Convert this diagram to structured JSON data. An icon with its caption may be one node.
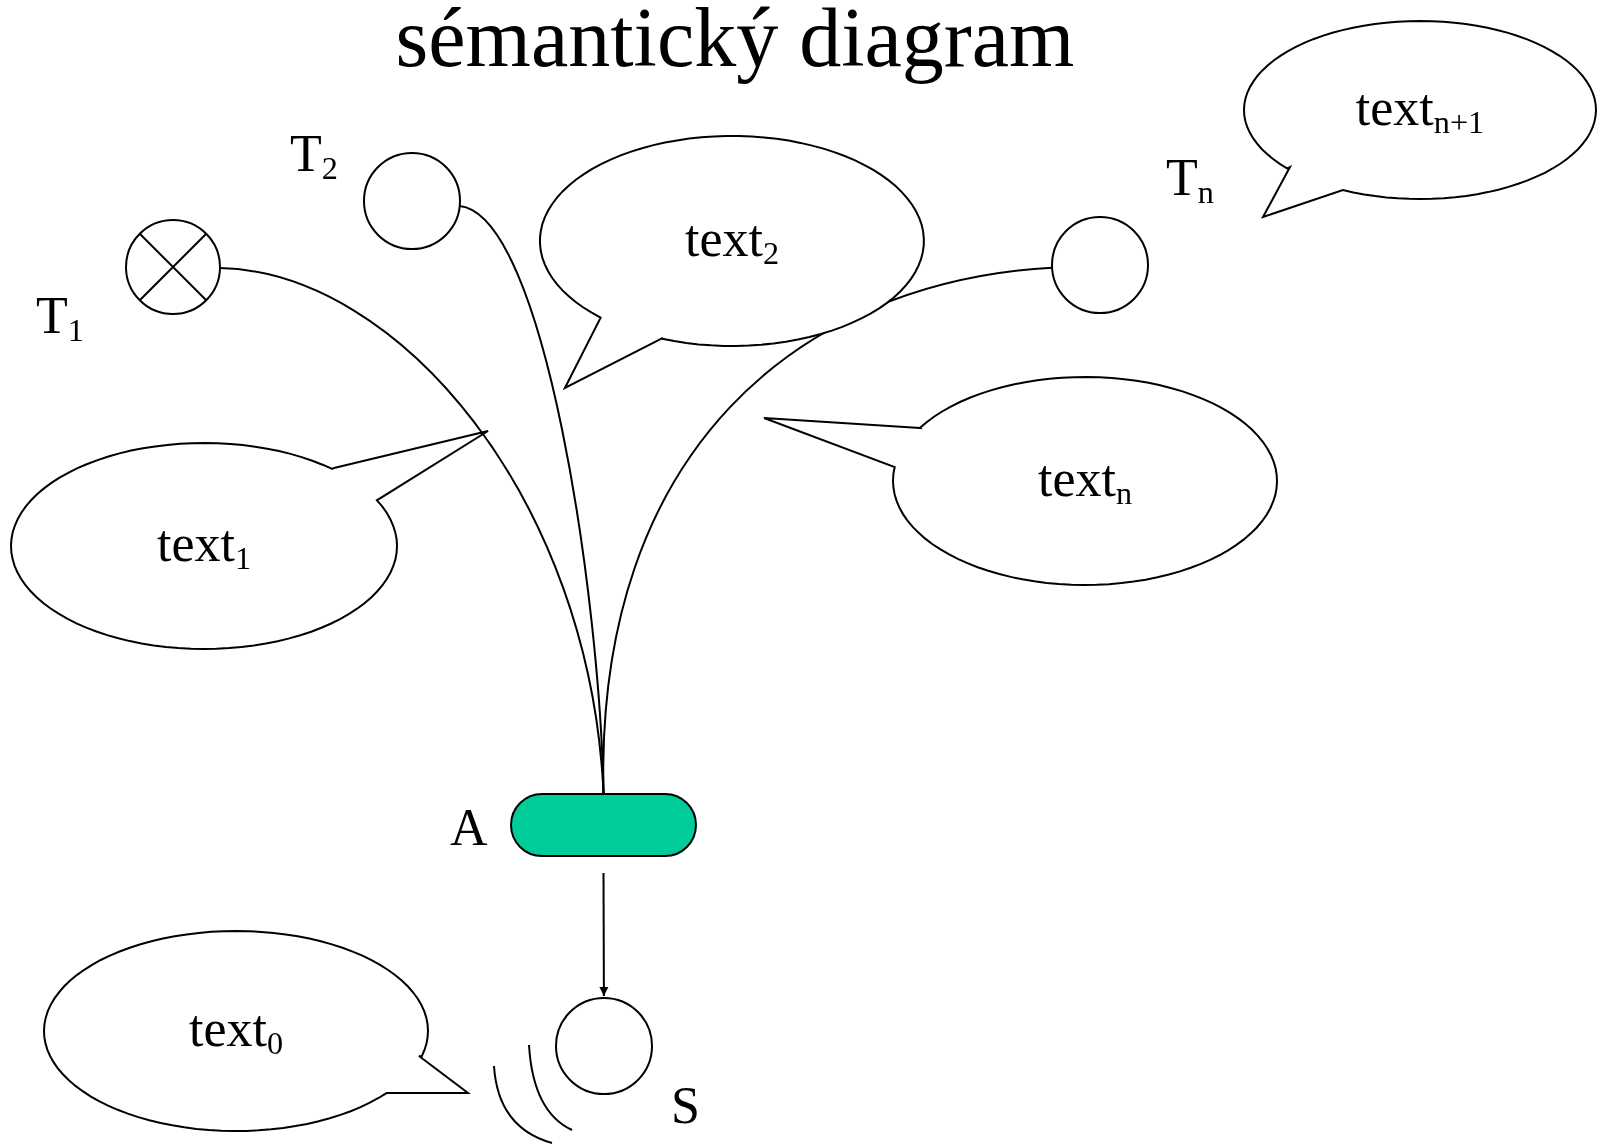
{
  "diagram": {
    "title": "sémantický diagram",
    "nodes": [
      {
        "text": [],
        "shape": "circle",
        "beside": [
          "T$_{1}$"
        ]
      },
      {
        "text": [],
        "shape": "circle",
        "beside": [
          "T$_{2}$"
        ]
      },
      {
        "text": [],
        "shape": "circle",
        "beside": [
          "T$_{n}$"
        ]
      },
      {
        "text": [],
        "shape": "box",
        "beside": [
          "A"
        ]
      },
      {
        "text": [],
        "shape": "circle",
        "beside": [
          "S"
        ]
      },
      {
        "text": [
          "text$_{1}$"
        ]
      },
      {
        "text": [
          "text$_{2}$"
        ]
      },
      {
        "text": [
          "text$_{n}$"
        ]
      },
      {
        "text": [
          "text$_{n+1}$"
        ]
      },
      {
        "text": [
          "text$_{0}$"
        ]
      }
    ],
    "edges": [
      {
        "from": 0,
        "to": 3,
        "arrow": "none"
      },
      {
        "from": 1,
        "to": 3,
        "arrow": "none"
      },
      {
        "from": 2,
        "to": 3,
        "arrow": "none"
      },
      {
        "from": 3,
        "to": 4,
        "arrow": "to"
      }
    ]
  }
}
